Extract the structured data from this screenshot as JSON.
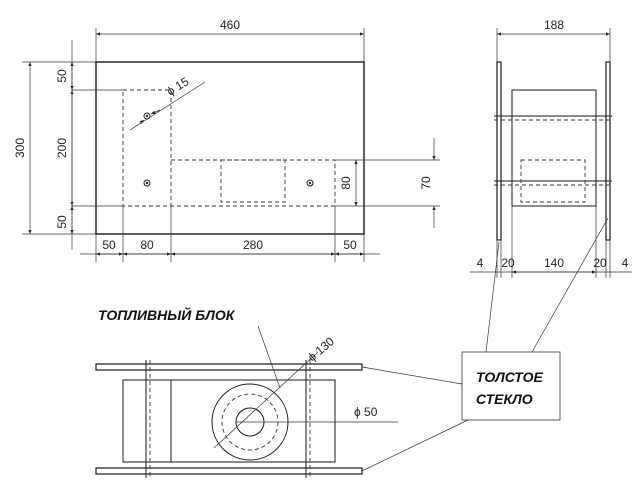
{
  "front_view": {
    "width": "460",
    "height": "300",
    "top_offset": "50",
    "inner_height": "200",
    "bottom_offset": "50",
    "left_offset": "50",
    "inner_width": "80",
    "slot_width": "280",
    "right_offset": "50",
    "hole_diameter": "ϕ 15",
    "slot_height_outer": "80",
    "slot_height_inner": "70"
  },
  "side_view": {
    "width": "188",
    "glass_left": "4",
    "gap_left": "20",
    "body": "140",
    "gap_right": "20",
    "glass_right": "4"
  },
  "top_view": {
    "outer_diameter": "ϕ 130",
    "inner_diameter": "ϕ 50"
  },
  "labels": {
    "fuel_block": "ТОПЛИВНЫЙ БЛОК",
    "thick_glass_line1": "ТОЛСТОЕ",
    "thick_glass_line2": "СТЕКЛО"
  }
}
